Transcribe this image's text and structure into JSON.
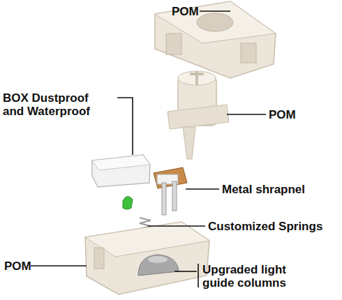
{
  "diagram": {
    "labels": [
      "POM",
      "BOX Dustproof and Waterproof",
      "POM",
      "Metal shrapnel",
      "Customized Springs",
      "POM",
      "Upgraded light guide columns"
    ]
  }
}
